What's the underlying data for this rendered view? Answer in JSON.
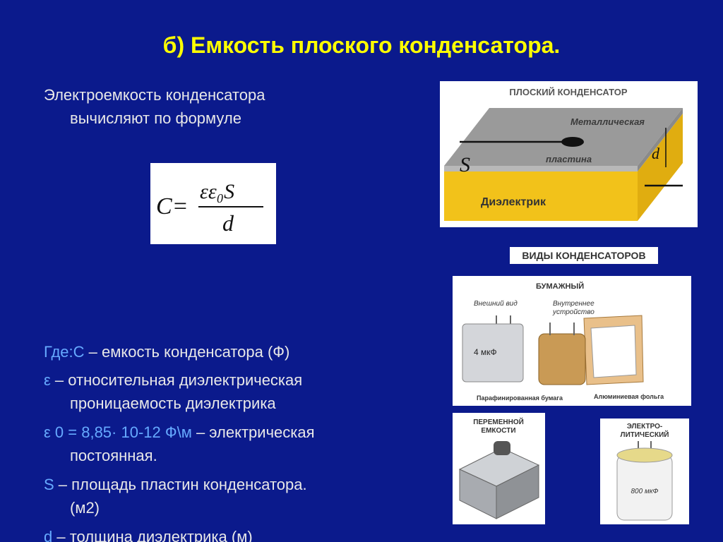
{
  "title": "б) Емкость плоского конденсатора.",
  "intro": {
    "line1": "Электроемкость конденсатора",
    "line2": "вычисляют по формуле"
  },
  "formula": {
    "left": "C=",
    "numerator": "εε₀S",
    "denominator": "d"
  },
  "definitions": [
    {
      "symbol": "Где:C",
      "text": " – емкость конденсатора (Ф)",
      "cont": ""
    },
    {
      "symbol": "ε",
      "text": " – относительная диэлектрическая",
      "cont": "проницаемость диэлектрика"
    },
    {
      "symbol": "ε 0 = 8,85· 10-12 Ф\\м",
      "text": " – электрическая",
      "cont": "постоянная."
    },
    {
      "symbol": "S",
      "text": " –  площадь пластин конденсатора.",
      "cont": "(м2)"
    },
    {
      "symbol": "d",
      "text": " – толщина диэлектрика (м)",
      "cont": ""
    }
  ],
  "flat_capacitor": {
    "heading": "ПЛОСКИЙ КОНДЕНСАТОР",
    "plate_label_1": "Металлическая",
    "plate_label_2": "пластина",
    "s_label": "S",
    "d_label": "d",
    "dielectric_label": "Диэлектрик"
  },
  "types_heading": "ВИДЫ КОНДЕНСАТОРОВ",
  "paper": {
    "heading": "БУМАЖНЫЙ",
    "outer": "Внешний вид",
    "inner_1": "Внутреннее",
    "inner_2": "устройство",
    "value": "4 мкФ",
    "paper_label": "Парафинированная бумага",
    "foil_label": "Алюминиевая фольга"
  },
  "variable": {
    "heading_1": "ПЕРЕМЕННОЙ",
    "heading_2": "ЕМКОСТИ"
  },
  "electrolytic": {
    "heading_1": "ЭЛЕКТРО-",
    "heading_2": "ЛИТИЧЕСКИЙ",
    "value": "800 мкФ"
  },
  "colors": {
    "background": "#0b1a8c",
    "title": "#ffff00",
    "text": "#e8e8e8",
    "symbol": "#66aaff",
    "dielectric": "#f2c21a",
    "plate": "#9a9a9a"
  }
}
